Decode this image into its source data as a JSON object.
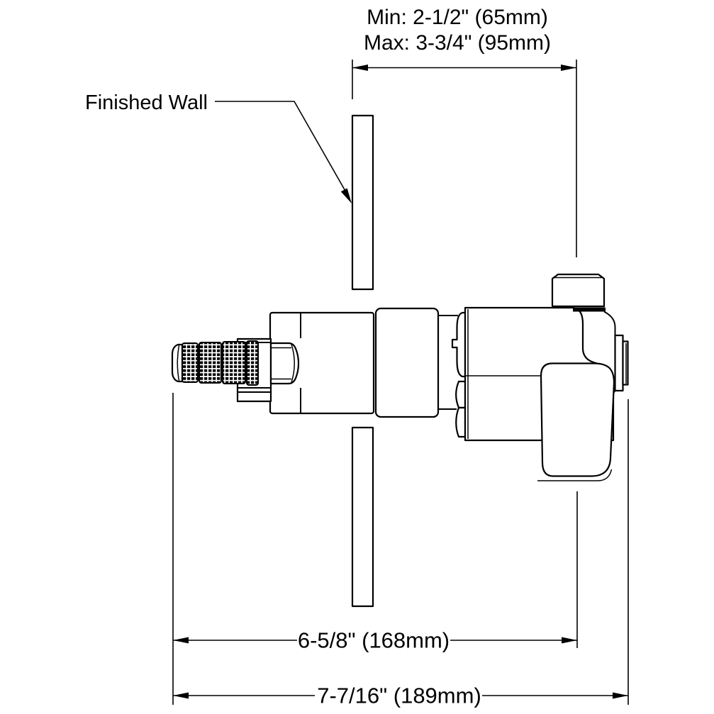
{
  "diagram": {
    "finished_wall_label": "Finished Wall",
    "depth_dimension": {
      "min": "Min: 2-1/2\" (65mm)",
      "max": "Max: 3-3/4\" (95mm)"
    },
    "width_dimension_inner": "6-5/8\" (168mm)",
    "width_dimension_overall": "7-7/16\" (189mm)",
    "colors": {
      "line": "#000000",
      "background": "#ffffff"
    }
  }
}
